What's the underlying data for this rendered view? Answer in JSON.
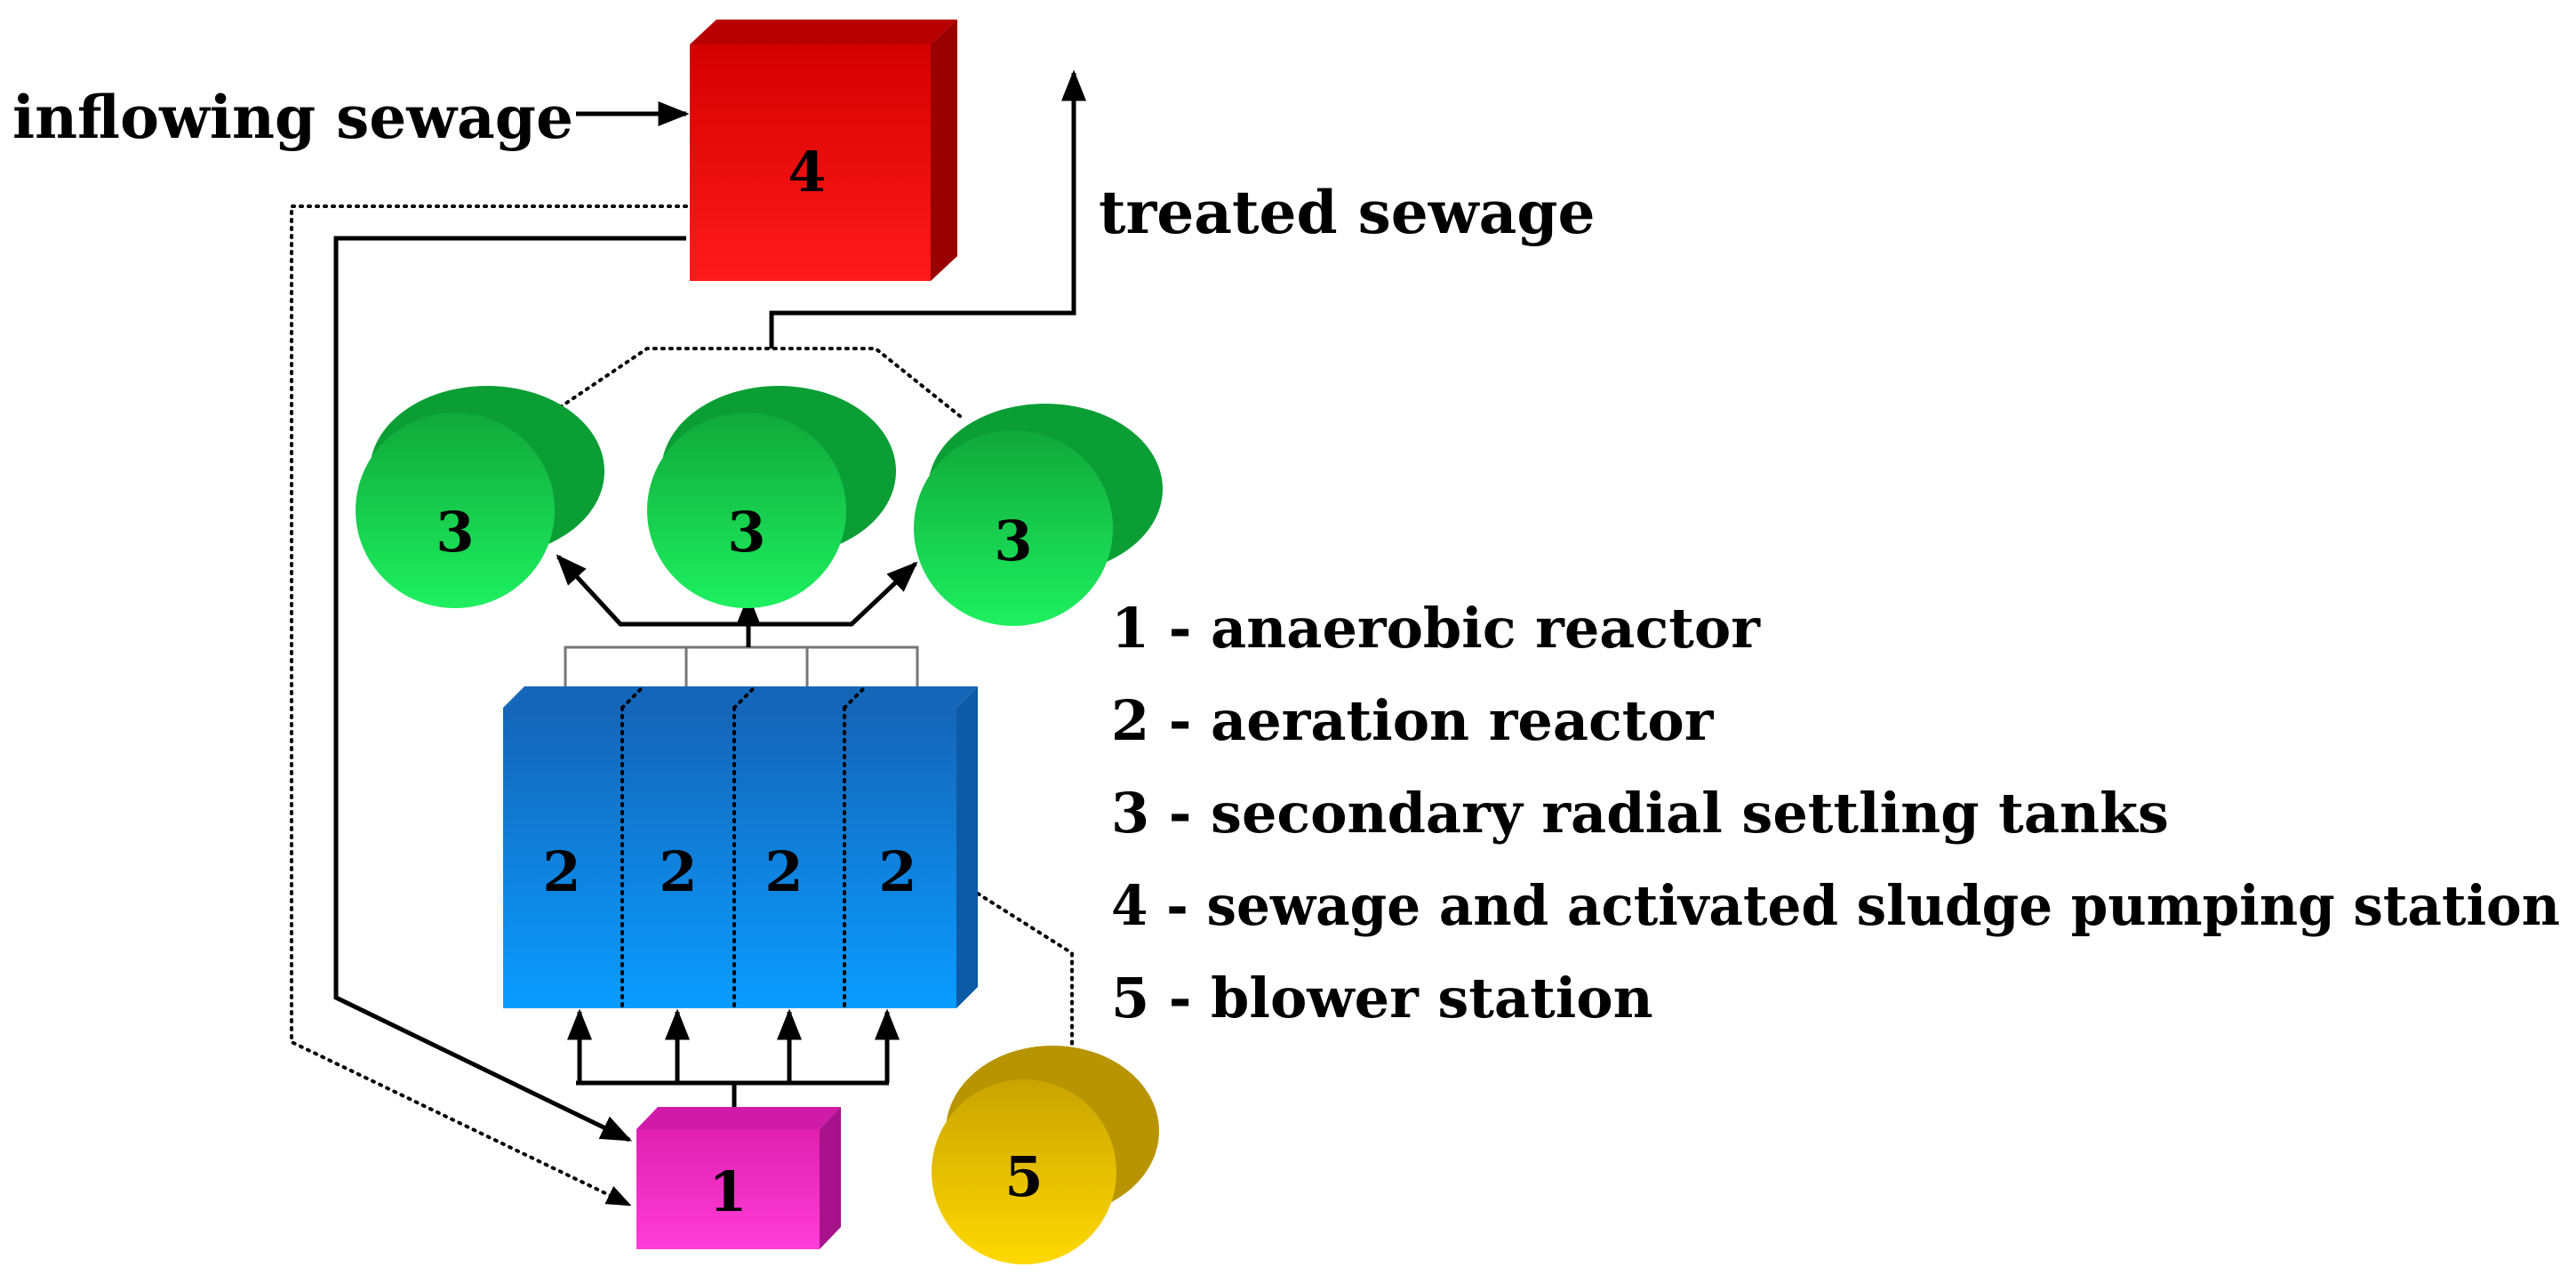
{
  "colors": {
    "pumping_station": "#ff0000",
    "settling_tank": "#16d84a",
    "aeration_reactor": "#1a8fe6",
    "anaerobic_reactor": "#ff33cc",
    "blower_station": "#f2cc00"
  },
  "flow_labels": {
    "inflow": "inflowing sewage",
    "outflow": "treated sewage"
  },
  "units": {
    "pumping_station": "4",
    "settling_tank": "3",
    "aeration_reactor": "2",
    "anaerobic_reactor": "1",
    "blower_station": "5"
  },
  "legend": [
    "1 - anaerobic reactor",
    "2 - aeration reactor",
    "3 - secondary radial settling tanks",
    "4 - sewage and activated sludge pumping station",
    "5 - blower station"
  ]
}
